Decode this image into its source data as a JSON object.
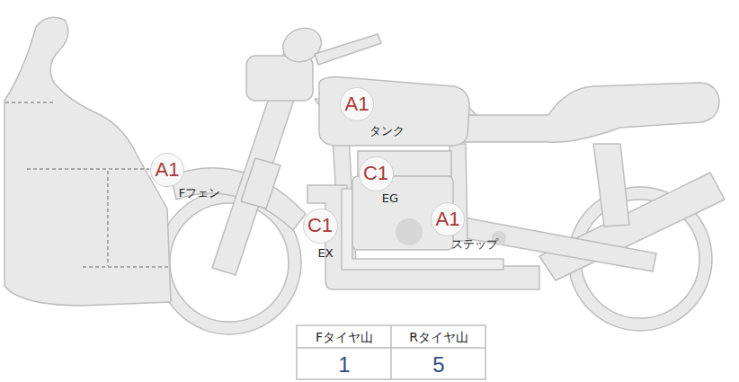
{
  "diagram": {
    "nodes": [
      {
        "text": [
          "A1",
          "タンク"
        ]
      },
      {
        "text": [
          "A1",
          "Fフェン"
        ]
      },
      {
        "text": [
          "C1",
          "EG"
        ]
      },
      {
        "text": [
          "C1",
          "EX"
        ]
      },
      {
        "text": [
          "A1",
          "ステップ"
        ]
      }
    ],
    "labels": [
      "Fタイヤ山",
      "Rタイヤ山",
      "1",
      "5"
    ]
  }
}
